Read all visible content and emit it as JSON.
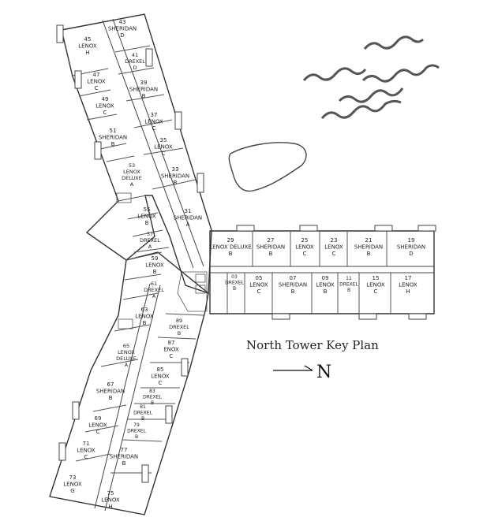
{
  "title": "North Tower Key Plan",
  "north_label": "N",
  "colors": {
    "line": "#333333",
    "wall": "#555555",
    "text": "#222222",
    "water": "#444444"
  },
  "units": [
    {
      "id": "45",
      "lines": [
        "45",
        "LENOX",
        "H"
      ]
    },
    {
      "id": "43",
      "lines": [
        "43",
        "SHERIDAN",
        "D"
      ]
    },
    {
      "id": "41",
      "lines": [
        "41",
        "DREXEL",
        "D"
      ]
    },
    {
      "id": "47",
      "lines": [
        "47",
        "LENOX",
        "C"
      ]
    },
    {
      "id": "39",
      "lines": [
        "39",
        "SHERIDAN",
        "B"
      ]
    },
    {
      "id": "49",
      "lines": [
        "49",
        "LENOX",
        "C"
      ]
    },
    {
      "id": "37",
      "lines": [
        "37",
        "LENOX",
        "C"
      ]
    },
    {
      "id": "51",
      "lines": [
        "51",
        "SHERIDAN",
        "B"
      ]
    },
    {
      "id": "35",
      "lines": [
        "35",
        "LENOX",
        "C"
      ]
    },
    {
      "id": "53",
      "lines": [
        "53",
        "LENOX",
        "DELUXE",
        "A"
      ]
    },
    {
      "id": "33",
      "lines": [
        "33",
        "SHERIDAN",
        "B"
      ]
    },
    {
      "id": "55",
      "lines": [
        "55",
        "LENOX",
        "B"
      ]
    },
    {
      "id": "31",
      "lines": [
        "31",
        "SHERIDAN",
        "A"
      ]
    },
    {
      "id": "57",
      "lines": [
        "57",
        "DREXEL",
        "A"
      ]
    },
    {
      "id": "59",
      "lines": [
        "59",
        "LENOX",
        "B"
      ]
    },
    {
      "id": "61",
      "lines": [
        "61",
        "DREXEL",
        "A"
      ]
    },
    {
      "id": "63",
      "lines": [
        "63",
        "LENOX",
        "B"
      ]
    },
    {
      "id": "89",
      "lines": [
        "89",
        "DREXEL",
        "B"
      ]
    },
    {
      "id": "65",
      "lines": [
        "65",
        "LENOX",
        "DELUXE",
        "A"
      ]
    },
    {
      "id": "87",
      "lines": [
        "87",
        "ENOX",
        "C"
      ]
    },
    {
      "id": "85",
      "lines": [
        "85",
        "LENOX",
        "C"
      ]
    },
    {
      "id": "67",
      "lines": [
        "67",
        "SHERIDAN",
        "B"
      ]
    },
    {
      "id": "83",
      "lines": [
        "83",
        "DREXEL",
        "B"
      ]
    },
    {
      "id": "81",
      "lines": [
        "81",
        "DREXEL",
        "B"
      ]
    },
    {
      "id": "69",
      "lines": [
        "69",
        "LENOX",
        "C"
      ]
    },
    {
      "id": "79",
      "lines": [
        "79",
        "DREXEL",
        "B"
      ]
    },
    {
      "id": "71",
      "lines": [
        "71",
        "LENOX",
        "C"
      ]
    },
    {
      "id": "77",
      "lines": [
        "77",
        "SHERIDAN",
        "B"
      ]
    },
    {
      "id": "73",
      "lines": [
        "73",
        "LENOX",
        "G"
      ]
    },
    {
      "id": "75",
      "lines": [
        "75",
        "LENOX",
        "H"
      ]
    },
    {
      "id": "29",
      "lines": [
        "29",
        "LENOX DELUXE",
        "B"
      ]
    },
    {
      "id": "27",
      "lines": [
        "27",
        "SHERIDAN",
        "B"
      ]
    },
    {
      "id": "25",
      "lines": [
        "25",
        "LENOX",
        "C"
      ]
    },
    {
      "id": "23",
      "lines": [
        "23",
        "LENOX",
        "C"
      ]
    },
    {
      "id": "21",
      "lines": [
        "21",
        "SHERIDAN",
        "B"
      ]
    },
    {
      "id": "19",
      "lines": [
        "19",
        "SHERIDAN",
        "D"
      ]
    },
    {
      "id": "03",
      "lines": [
        "03",
        "DREXEL",
        "B"
      ]
    },
    {
      "id": "05",
      "lines": [
        "05",
        "LENOX",
        "C"
      ]
    },
    {
      "id": "07",
      "lines": [
        "07",
        "SHERIDAN",
        "B"
      ]
    },
    {
      "id": "09",
      "lines": [
        "09",
        "LENOX",
        "B"
      ]
    },
    {
      "id": "11",
      "lines": [
        "11",
        "DREXEL",
        "B"
      ]
    },
    {
      "id": "15",
      "lines": [
        "15",
        "LENOX",
        "C"
      ]
    },
    {
      "id": "17",
      "lines": [
        "17",
        "LENOX",
        "H"
      ]
    }
  ]
}
